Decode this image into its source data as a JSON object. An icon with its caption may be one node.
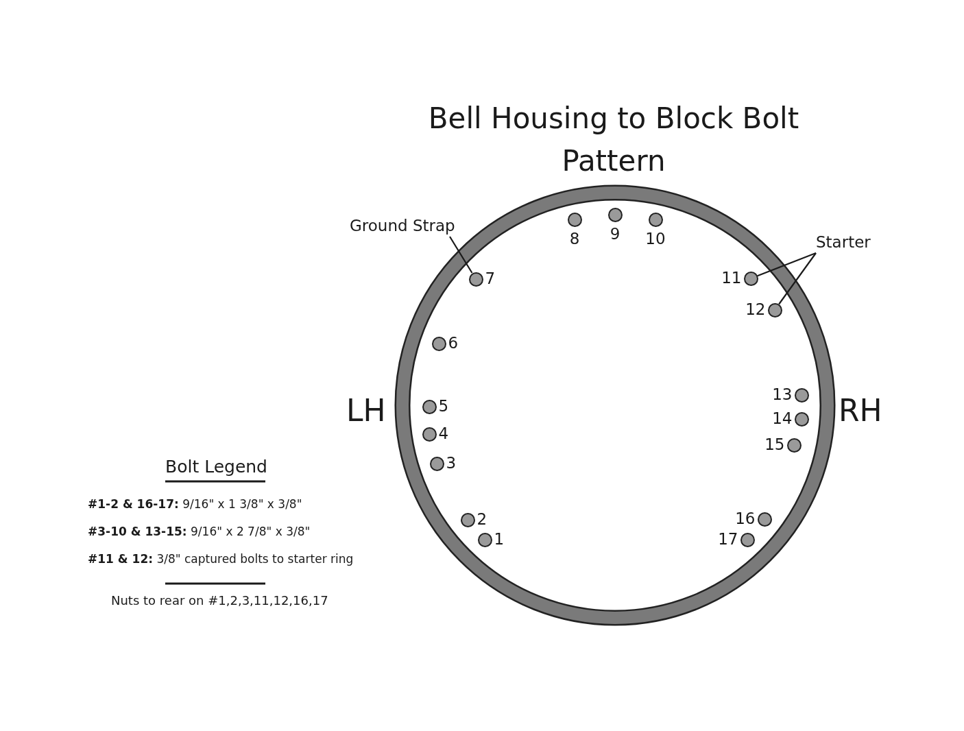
{
  "diagram": {
    "title": "Bell Housing to Block Bolt Pattern",
    "nodes": [
      {
        "text": [],
        "shape": "circle",
        "beside": [
          "1"
        ]
      },
      {
        "text": [],
        "shape": "circle",
        "beside": [
          "2"
        ]
      },
      {
        "text": [],
        "shape": "circle",
        "beside": [
          "3"
        ]
      },
      {
        "text": [],
        "shape": "circle",
        "beside": [
          "4"
        ]
      },
      {
        "text": [],
        "shape": "circle",
        "beside": [
          "5"
        ]
      },
      {
        "text": [],
        "shape": "circle",
        "beside": [
          "6"
        ]
      },
      {
        "text": [],
        "shape": "circle",
        "beside": [
          "7"
        ]
      },
      {
        "text": [],
        "shape": "circle",
        "beside": [
          "8"
        ]
      },
      {
        "text": [],
        "shape": "circle",
        "beside": [
          "9"
        ]
      },
      {
        "text": [],
        "shape": "circle",
        "beside": [
          "10"
        ]
      },
      {
        "text": [],
        "shape": "circle",
        "beside": [
          "11"
        ]
      },
      {
        "text": [],
        "shape": "circle",
        "beside": [
          "12"
        ]
      },
      {
        "text": [],
        "shape": "circle",
        "beside": [
          "13"
        ]
      },
      {
        "text": [],
        "shape": "circle",
        "beside": [
          "14"
        ]
      },
      {
        "text": [],
        "shape": "circle",
        "beside": [
          "15"
        ]
      },
      {
        "text": [],
        "shape": "circle",
        "beside": [
          "16"
        ]
      },
      {
        "text": [],
        "shape": "circle",
        "beside": [
          "17"
        ]
      },
      {
        "text": [
          "Ground Strap"
        ]
      },
      {
        "text": [
          "Starter"
        ]
      }
    ],
    "edges": [
      {
        "from": 17,
        "to": 6,
        "arrow": "none"
      },
      {
        "from": 18,
        "to": 10,
        "arrow": "none"
      },
      {
        "from": 18,
        "to": 11,
        "arrow": "none"
      }
    ],
    "labels": [
      "LH",
      "RH",
      "Bolt Legend",
      "**#1-2 & 16-17:** 9/16\" x 1 3/8\" x 3/8\"",
      "**#3-10 & 13-15:** 9/16\" x 2 7/8\" x 3/8\"",
      "**#11 & 12:** 3/8\" captured bolts to starter ring",
      "Nuts to rear on #1,2,3,11,12,16,17"
    ]
  }
}
